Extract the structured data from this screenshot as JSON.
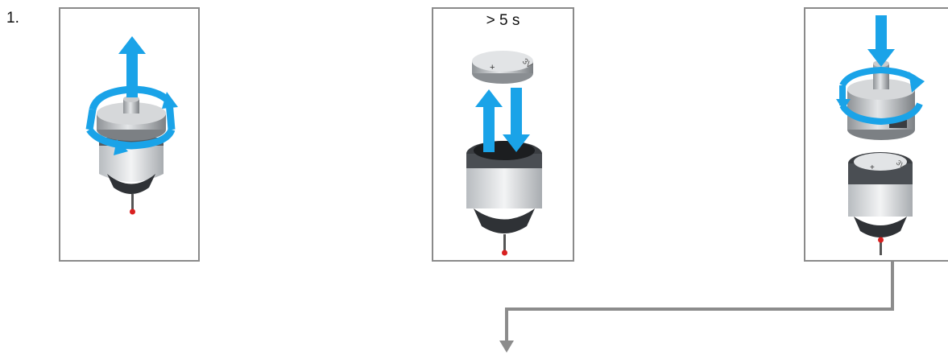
{
  "step": {
    "number": "1."
  },
  "panels": [
    {
      "id": "unscrew"
    },
    {
      "id": "battery-swap",
      "time_label": "> 5 s",
      "battery_text": "3V",
      "battery_sign": "+"
    },
    {
      "id": "reassemble",
      "battery_text": "3V",
      "battery_sign": "+"
    }
  ],
  "colors": {
    "arrow_blue": "#1aa3e8",
    "panel_border": "#8a8a8a",
    "connector_gray": "#8c8c8c",
    "probe_ball": "#d92020"
  }
}
